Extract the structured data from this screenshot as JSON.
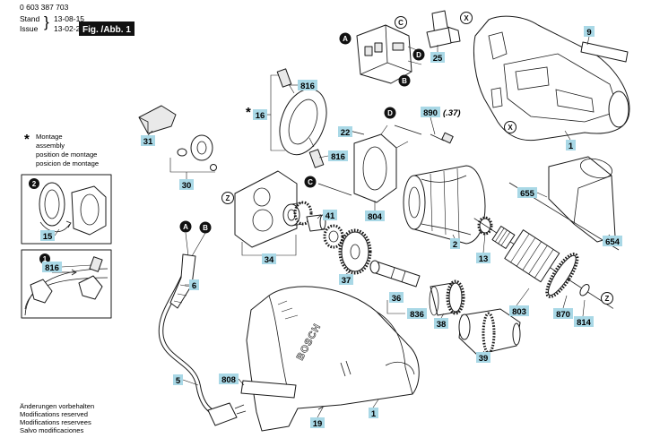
{
  "header": {
    "doc_number": "0 603 387 703",
    "stand_label": "Stand",
    "stand_date": "13-08-15",
    "issue_label": "Issue",
    "issue_date": "13-02-21",
    "brace": "}",
    "figure": "Fig. /Abb. 1"
  },
  "montage_note": {
    "asterisk": "*",
    "lines": [
      "Montage",
      "assembly",
      "position de montage",
      "posicion de montage"
    ]
  },
  "footer": {
    "lines": [
      "Änderungen vorbehalten",
      "Modifications reserved",
      "Modifications reservees",
      "Salvo modificaciones"
    ]
  },
  "part_labels": [
    "9",
    "25",
    "816",
    "16",
    "890",
    "31",
    "22",
    "1",
    "816",
    "30",
    "655",
    "804",
    "41",
    "2",
    "654",
    "34",
    "13",
    "6",
    "37",
    "36",
    "836",
    "803",
    "870",
    "814",
    "38",
    "39",
    "5",
    "808",
    "19",
    "1",
    "15",
    "816"
  ],
  "part_note": "(.37)",
  "markers": [
    "A",
    "C",
    "X",
    "D",
    "B",
    "D",
    "X",
    "C",
    "Z",
    "A",
    "B",
    "Z"
  ],
  "inset_markers": [
    "2",
    "1"
  ],
  "logo_text": "BOSCH"
}
